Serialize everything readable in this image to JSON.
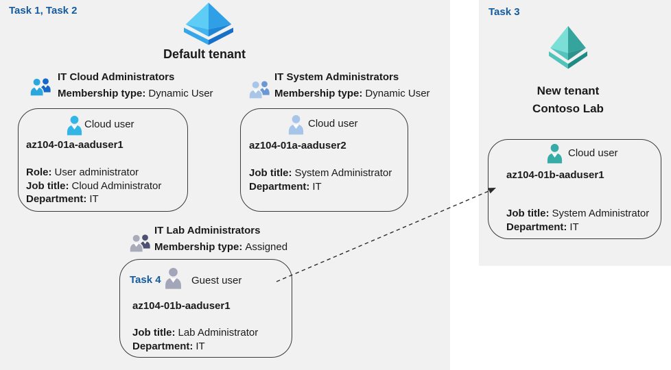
{
  "left_section": {
    "task_label": "Task 1, Task 2",
    "tenant_name": "Default tenant",
    "groups": [
      {
        "name": "IT Cloud Administrators",
        "membership_label": "Membership type:",
        "membership_value": "Dynamic User"
      },
      {
        "name": "IT System Administrators",
        "membership_label": "Membership type:",
        "membership_value": "Dynamic User"
      },
      {
        "name": "IT Lab Administrators",
        "membership_label": "Membership type:",
        "membership_value": "Assigned"
      }
    ],
    "cards": [
      {
        "user_type": "Cloud user",
        "username": "az104-01a-aaduser1",
        "details": [
          {
            "label": "Role:",
            "value": "User administrator"
          },
          {
            "label": "Job title:",
            "value": "Cloud Administrator"
          },
          {
            "label": "Department:",
            "value": "IT"
          }
        ]
      },
      {
        "user_type": "Cloud user",
        "username": "az104-01a-aaduser2",
        "details": [
          {
            "label": "Job title:",
            "value": "System Administrator"
          },
          {
            "label": "Department:",
            "value": "IT"
          }
        ]
      },
      {
        "task_label": "Task 4",
        "user_type": "Guest user",
        "username": "az104-01b-aaduser1",
        "details": [
          {
            "label": "Job title:",
            "value": "Lab Administrator"
          },
          {
            "label": "Department:",
            "value": "IT"
          }
        ]
      }
    ]
  },
  "right_section": {
    "task_label": "Task 3",
    "tenant_name_line1": "New tenant",
    "tenant_name_line2": "Contoso Lab",
    "card": {
      "user_type": "Cloud user",
      "username": "az104-01b-aaduser1",
      "details": [
        {
          "label": "Job title:",
          "value": "System Administrator"
        },
        {
          "label": "Department:",
          "value": "IT"
        }
      ]
    }
  },
  "icons": {
    "tenant": "azure-ad-gem",
    "group": "two-person-group",
    "user": "single-person",
    "arrow": "dashed-invite-arrow"
  },
  "colors": {
    "panel_bg": "#f1f1f1",
    "task_label": "#145a9f",
    "card_border": "#3a3a3a",
    "text": "#1a1a1a",
    "arrow": "#2b2b2b",
    "user_cloud_bright": "#33b5e6",
    "user_cloud_light": "#a6c5e8",
    "user_guest_gray": "#a3a5b8",
    "user_cloud_teal": "#37aca6",
    "group1_front": "#2ba7e0",
    "group1_back": "#1668c7",
    "group2_front": "#a9c6e8",
    "group2_back": "#6b97d4",
    "group3_front": "#a9aaba",
    "group3_back": "#4e5072",
    "gem_blue": {
      "ul": "#5ecdf5",
      "ur": "#2f9fe6",
      "ll": "#3fb4ee",
      "lr": "#1f86d6",
      "band_l": "#35a7e9",
      "band_r": "#176fc7"
    },
    "gem_teal": {
      "ul": "#7bdfd8",
      "ur": "#35a49c",
      "ll": "#54c4bc",
      "lr": "#2d948d",
      "band_l": "#50c3ba",
      "band_r": "#1e8c85"
    }
  }
}
